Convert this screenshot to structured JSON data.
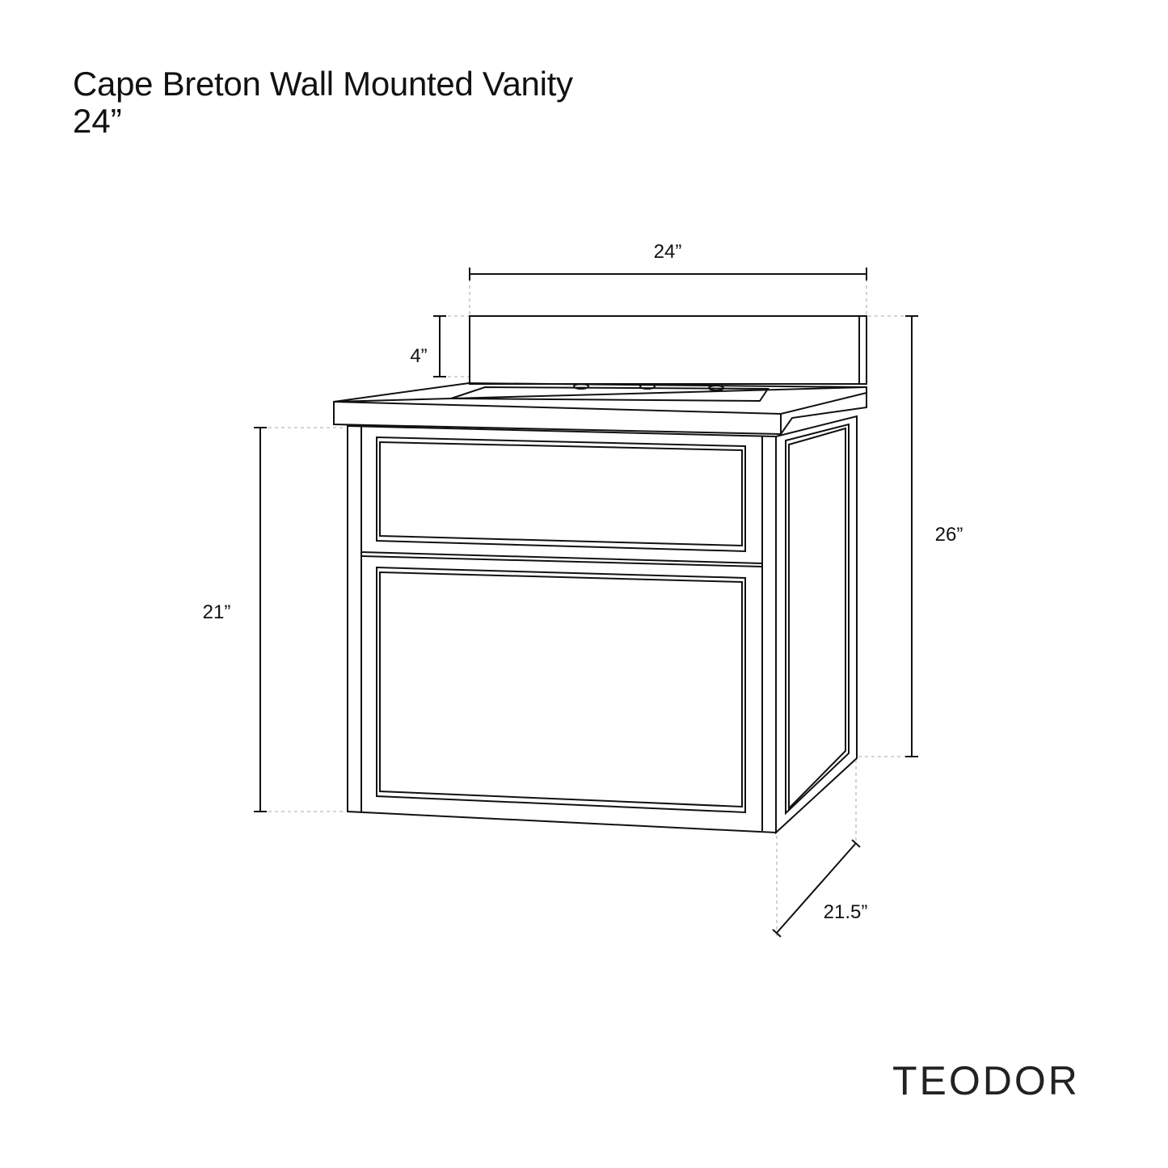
{
  "header": {
    "title": "Cape Breton Wall Mounted Vanity",
    "subtitle": "24”"
  },
  "dimensions": {
    "width": "24”",
    "backsplash": "4”",
    "total_height": "26”",
    "cabinet_height": "21”",
    "depth": "21.5”"
  },
  "brand": {
    "name": "TEODOR"
  }
}
